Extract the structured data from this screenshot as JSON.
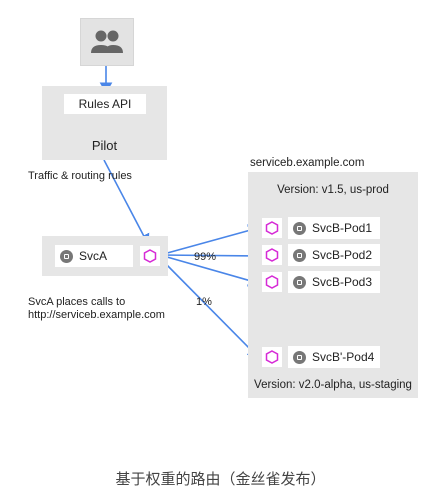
{
  "user_icon": "people-icon",
  "proxy_icon": "hexagon-icon",
  "pod_icon": "gear-icon",
  "colors": {
    "arrow": "#4a86e8",
    "proxy": "#d62ad6",
    "box": "#e6e6e6"
  },
  "pilot": {
    "api_label": "Rules API",
    "title": "Pilot"
  },
  "traffic_label": "Traffic & routing rules",
  "host_label": "serviceb.example.com",
  "svcb": {
    "version_prod": "Version: v1.5, us-prod",
    "version_staging": "Version: v2.0-alpha, us-staging",
    "pods": [
      "SvcB-Pod1",
      "SvcB-Pod2",
      "SvcB-Pod3",
      "SvcB'-Pod4"
    ]
  },
  "svca": {
    "label": "SvcA"
  },
  "calls_label": "SvcA places calls to http://serviceb.example.com",
  "percent_prod": "99%",
  "percent_staging": "1%",
  "caption": "基于权重的路由（金丝雀发布）"
}
